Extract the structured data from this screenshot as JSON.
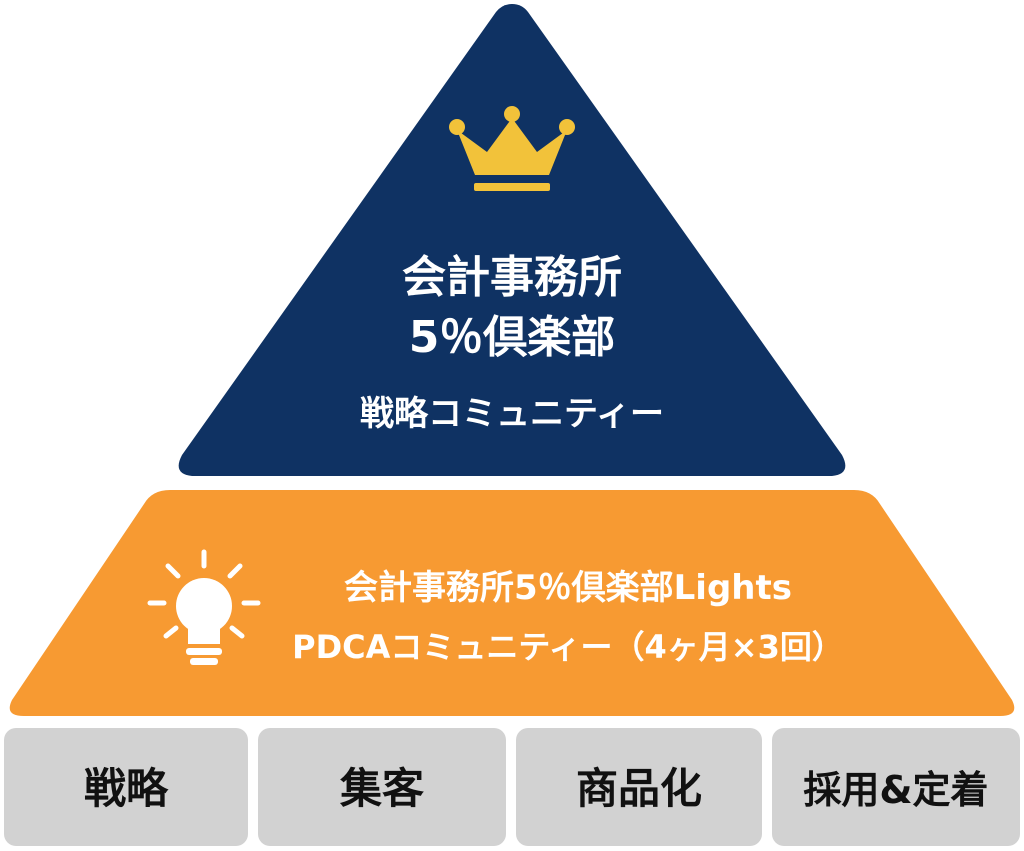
{
  "colors": {
    "top_tier": "#0f3263",
    "middle_tier": "#f79a32",
    "crown": "#f2c23a",
    "base_box": "#d2d2d2",
    "text_light": "#ffffff",
    "text_dark": "#111111"
  },
  "icons": {
    "top": "crown-icon",
    "middle": "lightbulb-icon"
  },
  "top_tier": {
    "title_line1": "会計事務所",
    "title_line2": "5％倶楽部",
    "subtitle": "戦略コミュニティー"
  },
  "middle_tier": {
    "line1": "会計事務所5％倶楽部Lights",
    "line2": "PDCAコミュニティー（4ヶ月×3回）"
  },
  "base": [
    {
      "label": "戦略"
    },
    {
      "label": "集客"
    },
    {
      "label": "商品化"
    },
    {
      "label": "採用&定着"
    }
  ]
}
